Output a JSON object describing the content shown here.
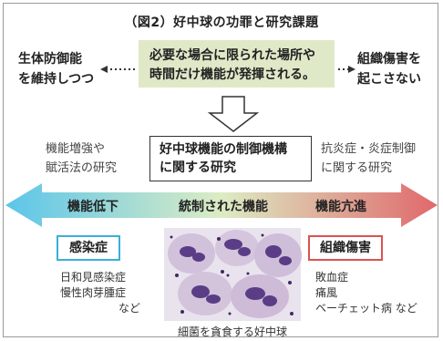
{
  "title": "（図2）好中球の功罪と研究課題",
  "center_box": {
    "line1": "必要な場合に限られた場所や",
    "line2": "時間だけ機能が発揮される。",
    "bg": "#dfe9c8"
  },
  "left_goal": {
    "line1": "生体防御能",
    "line2": "を維持しつつ"
  },
  "right_goal": {
    "line1": "組織傷害を",
    "line2": "起こさない"
  },
  "mid_left": {
    "line1": "機能増強や",
    "line2": "賦活法の研究"
  },
  "mid_box": {
    "line1": "好中球機能の制御機構",
    "line2": "に関する研究"
  },
  "mid_right": {
    "line1": "抗炎症・炎症制御",
    "line2": "に関する研究"
  },
  "spectrum": {
    "left_label": "機能低下",
    "center_label": "統制された機能",
    "right_label": "機能亢進",
    "left_color": "#5bc5ea",
    "center_color": "#dcecc4",
    "right_color": "#e0686c"
  },
  "left_tag": {
    "label": "感染症",
    "border": "#3aaedc"
  },
  "right_tag": {
    "label": "組織傷害",
    "border": "#d9534f"
  },
  "left_list": {
    "item1": "日和見感染症",
    "item2": "慢性肉芽腫症",
    "item3": "など"
  },
  "right_list": {
    "item1": "敗血症",
    "item2": "痛風",
    "item3": "ベーチェット病  など"
  },
  "image_caption": "細菌を貪食する好中球"
}
